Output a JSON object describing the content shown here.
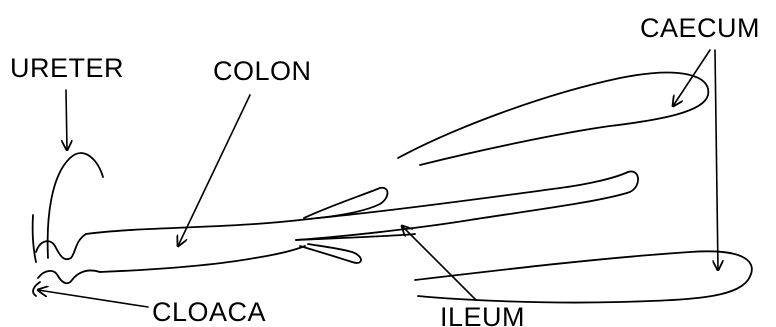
{
  "labels": {
    "ureter": "URETER",
    "colon": "COLON",
    "caecum": "CAECUM",
    "cloaca": "CLOACA",
    "ileum": "ILEUM"
  }
}
